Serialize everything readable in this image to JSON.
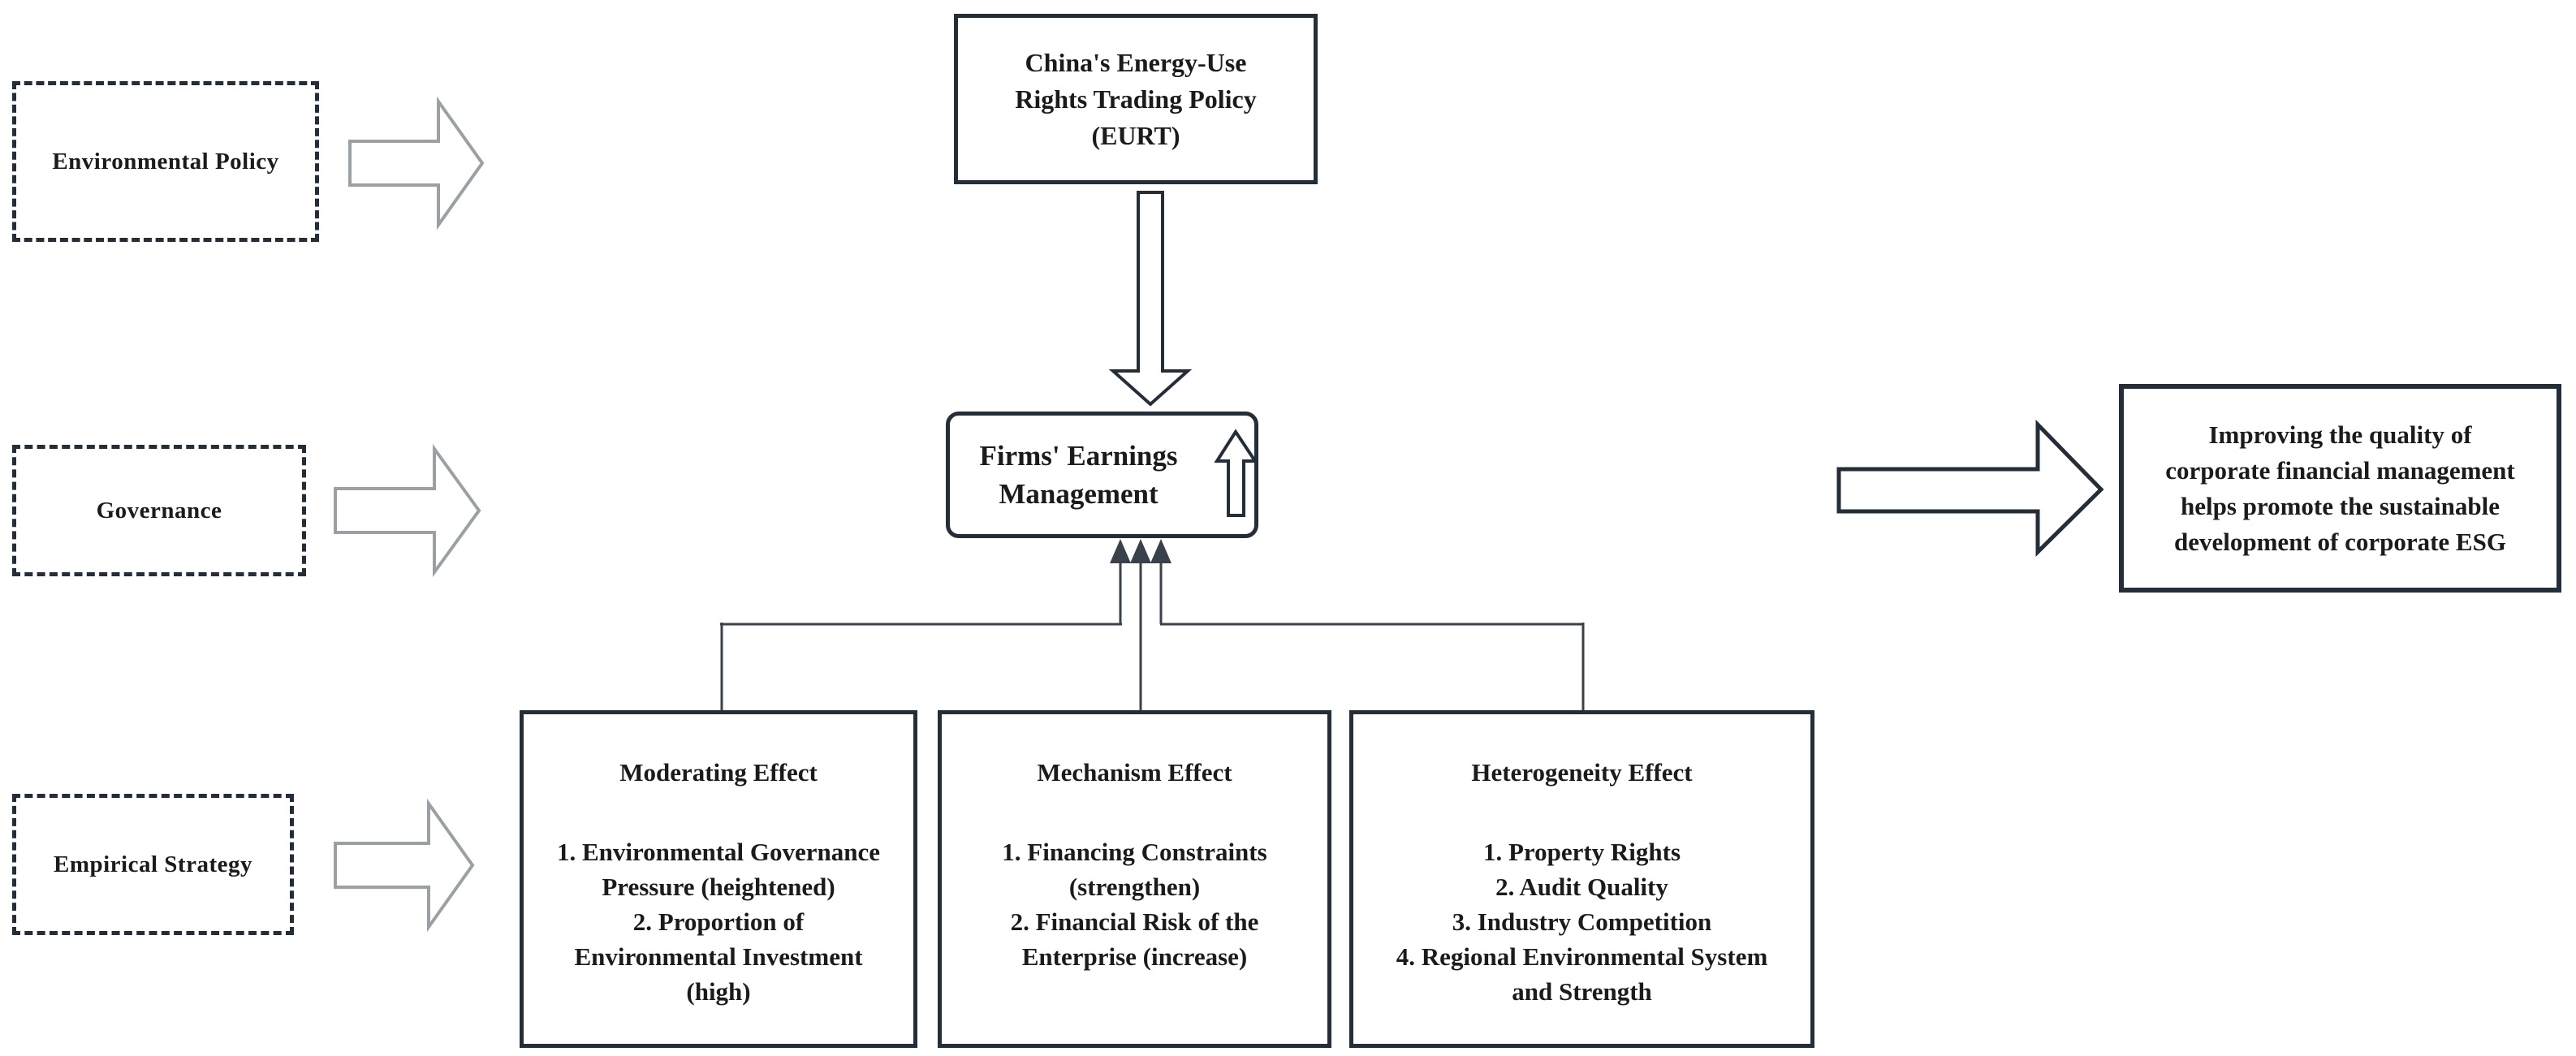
{
  "diagram": {
    "left_labels": [
      {
        "label": "Environmental Policy"
      },
      {
        "label": "Governance"
      },
      {
        "label": "Empirical Strategy"
      }
    ],
    "policy_box": {
      "text": "China's Energy-Use\nRights Trading Policy\n(EURT)"
    },
    "earnings_box": {
      "text": "Firms' Earnings\nManagement"
    },
    "outcome_box": {
      "text": "Improving the quality of\ncorporate financial management\nhelps promote the sustainable\ndevelopment of corporate ESG"
    },
    "effect_boxes": [
      {
        "title": "Moderating Effect",
        "items": "1. Environmental Governance\nPressure (heightened)\n2. Proportion of\nEnvironmental Investment\n(high)"
      },
      {
        "title": "Mechanism Effect",
        "items": "1. Financing Constraints\n(strengthen)\n2. Financial Risk of the\nEnterprise (increase)"
      },
      {
        "title": "Heterogeneity Effect",
        "items": "1. Property Rights\n2. Audit Quality\n3. Industry Competition\n4. Regional Environmental System\nand Strength"
      }
    ],
    "colors": {
      "border": "#242e38",
      "line": "#39424b",
      "gray_arrow": "#9aa0a3",
      "text": "#1b1b1b"
    }
  }
}
